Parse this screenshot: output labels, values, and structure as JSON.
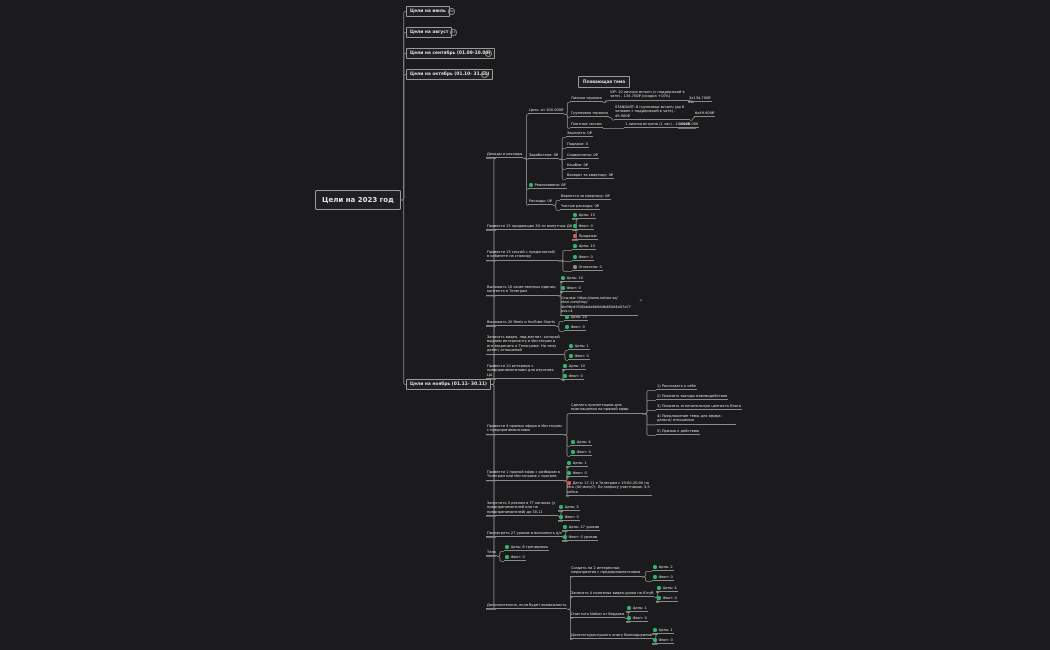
{
  "root": "Цели на 2023 год",
  "floating": "Плавающая тема",
  "months": {
    "july": "Цели на июль",
    "july_badge": "30",
    "august": "Цели на август",
    "august_badge": "13",
    "september": "Цели на сентябрь (01.09-10.09)",
    "september_badge": "7",
    "october": "Цели на октябрь (01.10- 31.10)",
    "october_badge": "4",
    "november": "Цели на ноябрь (01.11- 30.11)"
  },
  "income": {
    "title": "Доходы и расходы",
    "goal": "Цель: от 300.000₽",
    "personal": "Личная терапия",
    "vip": "VIP: 10 личных встреч (с поддержкой в чате) - 134.700₽ (скидка +10%)",
    "vip_sum": "3х134.700₽",
    "group": "Групповая терапия",
    "standard": "STANDART: 8 групповых встреч (до 6 человек с поддержкой в чате) - 49.900₽",
    "standard_sum": "6х49.900₽",
    "paid": "Платные сессии",
    "one_meeting": "1 личная встреча (1 час) - 10.000₽",
    "one_sum": "10х10.000",
    "earned": "Заработано: 0₽",
    "salary": "Зарплата: 0₽",
    "gifts": "Подарки: 0",
    "socpay": "Соцвыплаты: 0₽",
    "cashback": "Кэшбэк: 0₽",
    "refund": "Возврат за квартиру: 0₽",
    "realized": "Реализовано: 0₽",
    "expenses": "Расходы: 0₽",
    "return_flat": "Вернется за квартиру: 0₽",
    "net": "Чистые расходы: 0₽"
  },
  "sales": {
    "title": "Провести 15 продающих 30-ти минутных ДК",
    "goal": "Цель: 15",
    "fact": "Факт: 0",
    "sold": "Продажи:"
  },
  "sessions": {
    "title": "Провести 15 сессий с предоплатой/в кабинете на стажиру",
    "goal": "Цель: 15",
    "fact": "Факт: 0",
    "paid": "Оплачено: 0"
  },
  "telegram": {
    "title": "Выложить 10 качественных единиц контента в Телеграм",
    "goal": "Цель: 10",
    "fact": "Факт: 0",
    "link": "Ссылка: https://www.notion.so/ vtarl.com/tmp/ 4le96cd9f18bb4a6e0ddb480d4a07a7?pvs=4"
  },
  "reels": {
    "title": "Выложить 20 Reels и YouTube Shorts",
    "goal": "Цель: 20",
    "fact": "Факт: 0"
  },
  "video": {
    "title": "Записать видео, лид-магнит, который выдаем интересанту в Инстаграм и его закрепить в Телеграме. На тему денег/ отношений",
    "goal": "Цель: 1",
    "fact": "Факт: 0"
  },
  "interview": {
    "title": "Провести 10 интервью с предпринимателями для изучения ЦА",
    "goal": "Цель: 10",
    "fact": "Факт: 0"
  },
  "insta_live": {
    "title": "Провести 4 прямых эфира в Инстаграм с предпринимателями",
    "prep": "Сделать презентацию для приглашения на прямой эфир",
    "s1": "1) Рассказать о себе",
    "s2": "2) Показать выгоды взаимодействия",
    "s3": "3) Показать отличительную ценность блога",
    "s4": "4) Предложение темы для эфира: деньги/ отношения",
    "s5": "5) Призыв к действию",
    "goal": "Цель: 4",
    "fact": "Факт: 0"
  },
  "tg_live": {
    "title": "Провести 1 прямой эфир с разбором в Телеграм или Инстаграме с прогрев",
    "goal": "Цель: 1",
    "fact": "Факт: 0",
    "date": "Дата: 17.11 в Телеграм с 19:00-20:00 по Мск (40 мину?). По запросу участников: 3-5 кейса"
  },
  "ads": {
    "title": "Запустить 5 реклам в ТГ каналах (у предпринимателей или на предпринимателей) до 30.11",
    "goal": "Цель: 5",
    "fact": "Факт: 0"
  },
  "lessons": {
    "title": "Посмотреть 27 уроков и выполнить д/з",
    "goal": "Цель: 27 уроков",
    "fact": "Факт: 0 уроков"
  },
  "body": {
    "title": "Тело",
    "goal": "Цель: 8 тренировок",
    "fact": "Факт: 0"
  },
  "extra": {
    "title": "Дополнительно, если будет возможность",
    "event": "Создать на 2 интересных мероприятия с предпринимателями",
    "event_goal": "Цель: 2",
    "event_fact": "Факт: 0",
    "yt": "Записать 4 полезных видео-урока на Ютуб",
    "yt_goal": "Цель: 4",
    "yt_fact": "Факт: 0",
    "notion": "Очистить Notion от бардака",
    "notion_goal": "Цель: 1",
    "notion_fact": "Факт: 0",
    "book": "Дочитать/дослушать книгу Воннадцкинов",
    "book_goal": "Цель: 1",
    "book_fact": "Факт: 0"
  },
  "colors": {
    "background": "#1b1b1d",
    "line": "#8a8a8a",
    "done": "#2fb66b",
    "alert": "#e35454",
    "text": "#e2e2e2"
  }
}
